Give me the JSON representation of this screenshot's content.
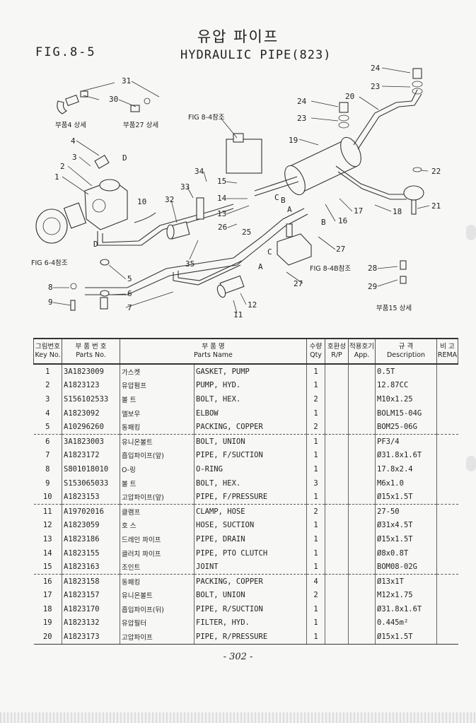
{
  "header": {
    "title_ko": "유압 파이프",
    "fig_no": "FIG.8-5",
    "title_en": "HYDRAULIC PIPE(823)"
  },
  "diagram": {
    "callouts": [
      "1",
      "2",
      "3",
      "4",
      "5",
      "6",
      "7",
      "8",
      "9",
      "10",
      "11",
      "12",
      "13",
      "14",
      "15",
      "16",
      "17",
      "18",
      "19",
      "20",
      "21",
      "22",
      "23",
      "24",
      "25",
      "26",
      "27",
      "28",
      "29",
      "30",
      "31",
      "32",
      "33",
      "34",
      "35"
    ],
    "letters": [
      "A",
      "B",
      "C",
      "D"
    ],
    "refs": {
      "fig_8_4": "FIG 8-4참조",
      "fig_8_4b": "FIG 8-4B참조",
      "fig_6_4": "FIG 6-4참조",
      "detail_4": "부품4 상세",
      "detail_27": "부품27 상세",
      "detail_15": "부품15 상세"
    }
  },
  "table": {
    "headers": {
      "key_ko": "그림번호",
      "key_en": "Key No.",
      "part_ko": "부 품 번 호",
      "part_en": "Parts No.",
      "name_ko": "부 품 명",
      "name_en": "Parts Name",
      "qty_ko": "수량",
      "qty_en": "Qty",
      "rp_ko": "호환성",
      "rp_en": "R/P",
      "app_ko": "적용호기",
      "app_en": "App.",
      "desc_ko": "규 격",
      "desc_en": "Description",
      "rem_ko": "비 고",
      "rem_en": "REMA"
    },
    "rows": [
      {
        "key": "1",
        "part": "3A1823009",
        "ko": "가스켓",
        "name": "GASKET, PUMP",
        "qty": "1",
        "desc": "0.5T"
      },
      {
        "key": "2",
        "part": "A1823123",
        "ko": "유압펌프",
        "name": "PUMP, HYD.",
        "qty": "1",
        "desc": "12.87CC"
      },
      {
        "key": "3",
        "part": "S156102533",
        "ko": "볼 트",
        "name": "BOLT, HEX.",
        "qty": "2",
        "desc": "M10x1.25"
      },
      {
        "key": "4",
        "part": "A1823092",
        "ko": "엘보우",
        "name": "ELBOW",
        "qty": "1",
        "desc": "BOLM15-04G"
      },
      {
        "key": "5",
        "part": "A10296260",
        "ko": "동패킹",
        "name": "PACKING, COPPER",
        "qty": "2",
        "desc": "BOM25-06G"
      },
      {
        "key": "6",
        "part": "3A1823003",
        "ko": "유니온볼트",
        "name": "BOLT, UNION",
        "qty": "1",
        "desc": "PF3/4"
      },
      {
        "key": "7",
        "part": "A1823172",
        "ko": "흡입파이프(앞)",
        "name": "PIPE, F/SUCTION",
        "qty": "1",
        "desc": "Ø31.8x1.6T"
      },
      {
        "key": "8",
        "part": "S801018010",
        "ko": "O-링",
        "name": "O-RING",
        "qty": "1",
        "desc": "17.8x2.4"
      },
      {
        "key": "9",
        "part": "S153065033",
        "ko": "볼 트",
        "name": "BOLT, HEX.",
        "qty": "3",
        "desc": "M6x1.0"
      },
      {
        "key": "10",
        "part": "A1823153",
        "ko": "고압파이프(앞)",
        "name": "PIPE, F/PRESSURE",
        "qty": "1",
        "desc": "Ø15x1.5T"
      },
      {
        "key": "11",
        "part": "A19702016",
        "ko": "클램프",
        "name": "CLAMP, HOSE",
        "qty": "2",
        "desc": "27-50"
      },
      {
        "key": "12",
        "part": "A1823059",
        "ko": "호 스",
        "name": "HOSE, SUCTION",
        "qty": "1",
        "desc": "Ø31x4.5T"
      },
      {
        "key": "13",
        "part": "A1823186",
        "ko": "드레인 파이프",
        "name": "PIPE, DRAIN",
        "qty": "1",
        "desc": "Ø15x1.5T"
      },
      {
        "key": "14",
        "part": "A1823155",
        "ko": "클러치 파이프",
        "name": "PIPE, PTO CLUTCH",
        "qty": "1",
        "desc": "Ø8x0.8T"
      },
      {
        "key": "15",
        "part": "A1823163",
        "ko": "조인트",
        "name": "JOINT",
        "qty": "1",
        "desc": "BOM08-02G"
      },
      {
        "key": "16",
        "part": "A1823158",
        "ko": "동패킹",
        "name": "PACKING, COPPER",
        "qty": "4",
        "desc": "Ø13x1T"
      },
      {
        "key": "17",
        "part": "A1823157",
        "ko": "유니온볼트",
        "name": "BOLT, UNION",
        "qty": "2",
        "desc": "M12x1.75"
      },
      {
        "key": "18",
        "part": "A1823170",
        "ko": "흡입파이프(뒤)",
        "name": "PIPE, R/SUCTION",
        "qty": "1",
        "desc": "Ø31.8x1.6T"
      },
      {
        "key": "19",
        "part": "A1823132",
        "ko": "유압필터",
        "name": "FILTER, HYD.",
        "qty": "1",
        "desc": "0.445m²"
      },
      {
        "key": "20",
        "part": "A1823173",
        "ko": "고압파이프",
        "name": "PIPE, R/PRESSURE",
        "qty": "1",
        "desc": "Ø15x1.5T"
      }
    ]
  },
  "footer": {
    "page": "- 302 -"
  }
}
